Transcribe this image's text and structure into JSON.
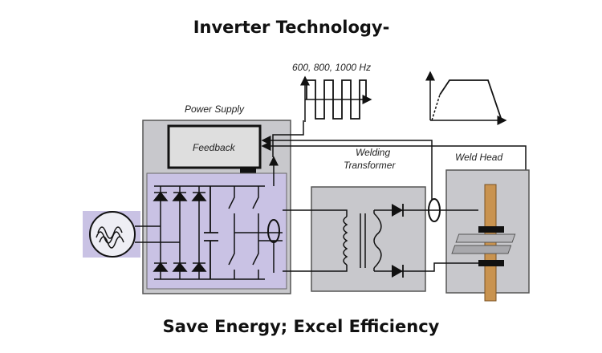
{
  "header": {
    "title": "Inverter Technology-"
  },
  "footer": {
    "tagline": "Save Energy; Excel Efficiency"
  },
  "diagram": {
    "frequency_label": "600,  800,  1000  Hz",
    "power_supply_label": "Power Supply",
    "feedback_label": "Feedback",
    "transformer_label_line1": "Welding",
    "transformer_label_line2": "Transformer",
    "weld_head_label": "Weld Head"
  },
  "colors": {
    "panel_gray": "#c8c8cc",
    "circuit_lavender": "#c9c2e4",
    "electrode_copper": "#c9934f",
    "line": "#111111"
  },
  "icons": [
    "ac-source-icon",
    "diode-icon",
    "switch-icon",
    "capacitor-icon",
    "current-sensor-icon",
    "square-wave-icon",
    "weld-profile-icon"
  ]
}
